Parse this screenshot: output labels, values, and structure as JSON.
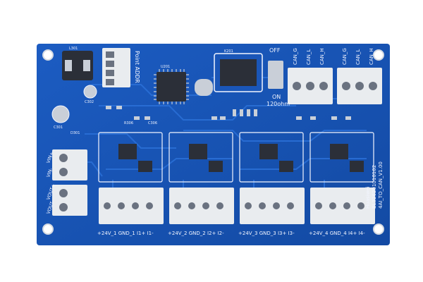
{
  "board": {
    "colors": {
      "background": "#ffffff",
      "substrate": "#1a56b8",
      "substrate_dark": "#0f3f8e",
      "trace": "#2a6fd6",
      "silkscreen": "#f2f5ff",
      "pad": "#c9cfd8",
      "chip": "#2b2f38",
      "connector": "#e9ecef"
    },
    "top_labels": {
      "point_addr": "Point ADDR",
      "off": "OFF",
      "on": "ON",
      "ohm": "120ohm",
      "can_g_1": "CAN_G",
      "can_l_1": "CAN_L",
      "can_h_1": "CAN_H",
      "can_g_2": "CAN_G",
      "can_l_2": "CAN_L",
      "can_h_2": "CAN_H"
    },
    "left_labels": {
      "vin_plus": "VIN+",
      "vin_minus": "VIN-",
      "vout_plus": "VOUT+",
      "vout_minus": "VOUT-"
    },
    "side_text": {
      "line1": "4AI_TO_CAN_V1.00",
      "line2": "BL326201010102",
      "line3": "Huasiwei"
    },
    "channel_labels": [
      "+24V_1 GND_1  I1+  I1-",
      "+24V_2 GND_2  I2+  I2-",
      "+24V_3 GND_3  I3+  I3-",
      "+24V_4 GND_4  I4+  I4-"
    ],
    "component_refs": [
      "L301",
      "C301",
      "C302",
      "D301",
      "U201",
      "R306",
      "C306",
      "K201"
    ]
  }
}
